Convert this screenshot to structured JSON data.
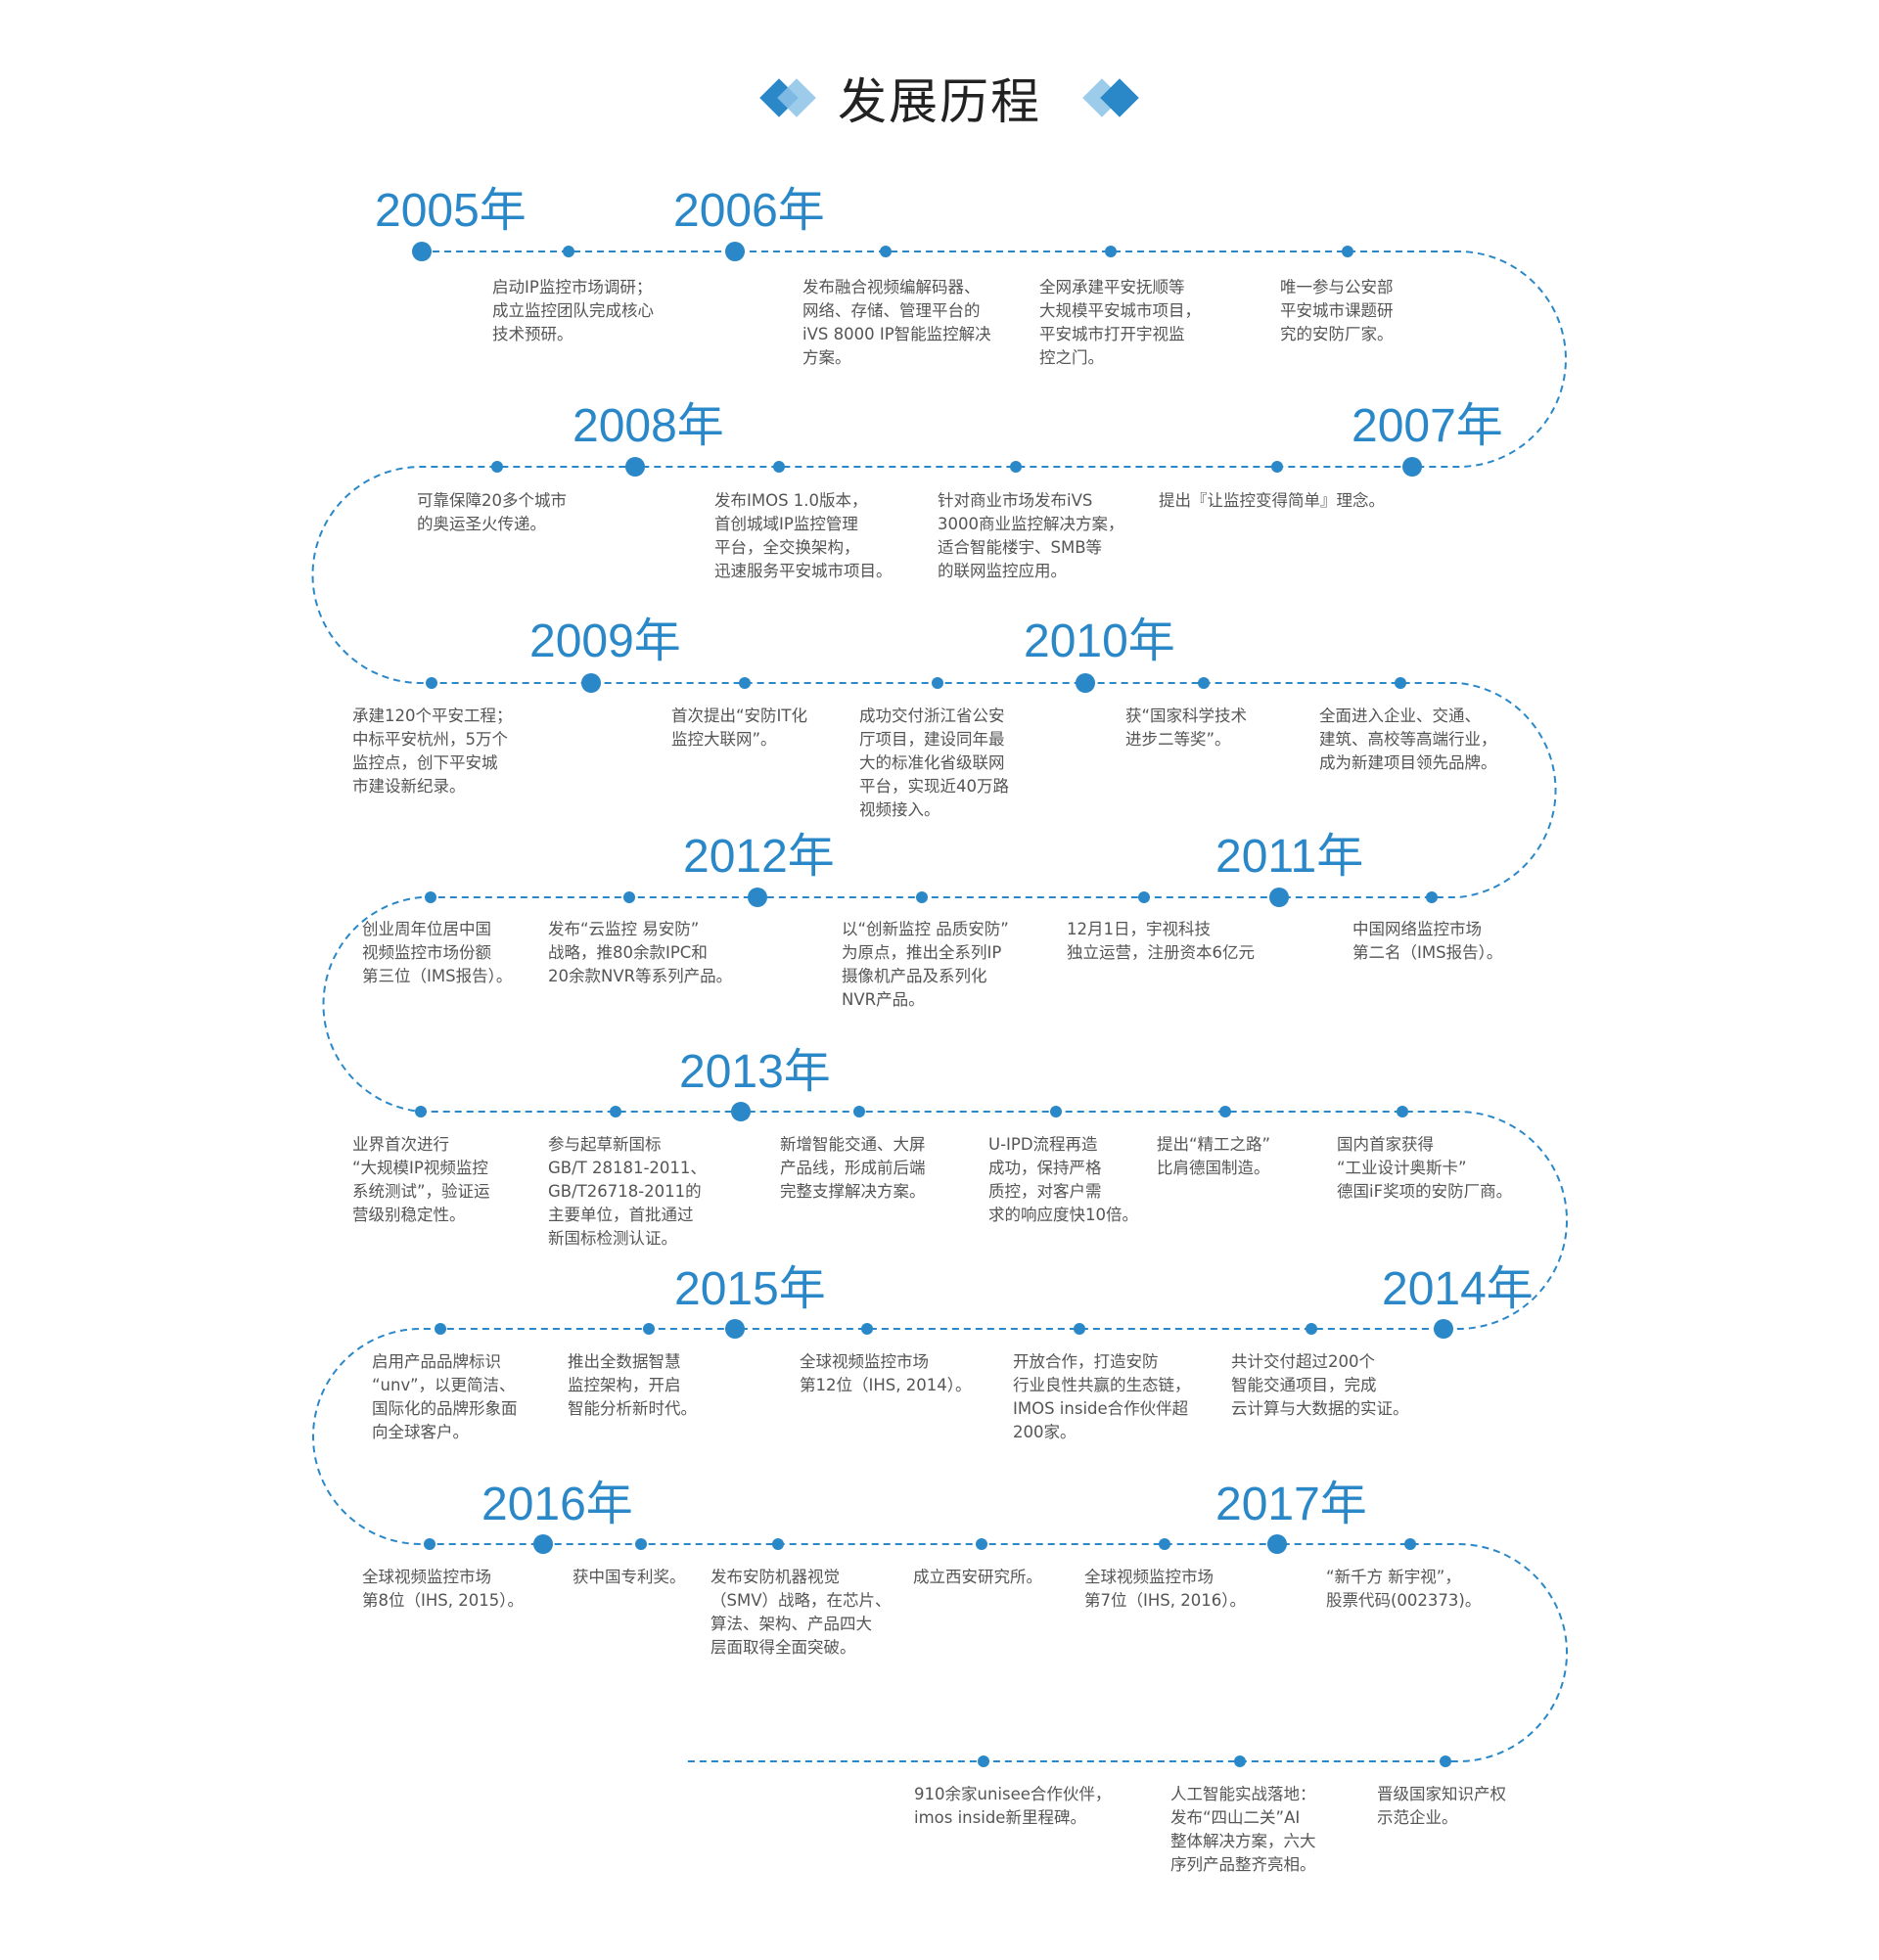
{
  "title": "发展历程",
  "colors": {
    "accent": "#2a88c8",
    "accent_light": "#8cc2e6",
    "text": "#555555",
    "title": "#222222"
  },
  "years": [
    "2005年",
    "2006年",
    "2007年",
    "2008年",
    "2009年",
    "2010年",
    "2011年",
    "2012年",
    "2013年",
    "2014年",
    "2015年",
    "2016年",
    "2017年"
  ],
  "events": [
    "启动IP监控市场调研；\n成立监控团队完成核心\n技术预研。",
    "发布融合视频编解码器、\n网络、存储、管理平台的\niVS 8000 IP智能监控解决\n方案。",
    "全网承建平安抚顺等\n大规模平安城市项目，\n平安城市打开宇视监\n控之门。",
    "唯一参与公安部\n平安城市课题研\n究的安防厂家。",
    "可靠保障20多个城市\n的奥运圣火传递。",
    "发布IMOS 1.0版本，\n首创城域IP监控管理\n平台，全交换架构，\n迅速服务平安城市项目。",
    "针对商业市场发布iVS\n3000商业监控解决方案，\n适合智能楼宇、SMB等\n的联网监控应用。",
    "提出『让监控变得简单』理念。",
    "承建120个平安工程；\n中标平安杭州，5万个\n监控点，创下平安城\n市建设新纪录。",
    "首次提出“安防IT化\n监控大联网”。",
    "成功交付浙江省公安\n厅项目，建设同年最\n大的标准化省级联网\n平台，实现近40万路\n视频接入。",
    "获“国家科学技术\n进步二等奖”。",
    "全面进入企业、交通、\n建筑、高校等高端行业，\n成为新建项目领先品牌。",
    "创业周年位居中国\n视频监控市场份额\n第三位（IMS报告）。",
    "发布“云监控 易安防”\n战略，推80余款IPC和\n20余款NVR等系列产品。",
    "以“创新监控 品质安防”\n为原点，推出全系列IP\n摄像机产品及系列化\nNVR产品。",
    "12月1日，宇视科技\n独立运营，注册资本6亿元",
    "中国网络监控市场\n第二名（IMS报告）。",
    "业界首次进行\n“大规模IP视频监控\n系统测试”，验证运\n营级别稳定性。",
    "参与起草新国标\nGB/T 28181-2011、\nGB/T26718-2011的\n主要单位，首批通过\n新国标检测认证。",
    "新增智能交通、大屏\n产品线，形成前后端\n完整支撑解决方案。",
    "U-IPD流程再造\n成功，保持严格\n质控，对客户需\n求的响应度快10倍。",
    "提出“精工之路”\n比肩德国制造。",
    "国内首家获得\n“工业设计奥斯卡”\n德国iF奖项的安防厂商。",
    "启用产品品牌标识\n“unv”，以更简洁、\n国际化的品牌形象面\n向全球客户。",
    "推出全数据智慧\n监控架构，开启\n智能分析新时代。",
    "全球视频监控市场\n第12位（IHS, 2014）。",
    "开放合作，打造安防\n行业良性共赢的生态链，\nIMOS inside合作伙伴超\n200家。",
    "共计交付超过200个\n智能交通项目，完成\n云计算与大数据的实证。",
    "全球视频监控市场\n第8位（IHS, 2015）。",
    "获中国专利奖。",
    "发布安防机器视觉\n（SMV）战略，在芯片、\n算法、架构、产品四大\n层面取得全面突破。",
    "成立西安研究所。",
    "全球视频监控市场\n第7位（IHS, 2016）。",
    "“新千方 新宇视”，\n股票代码(002373)。",
    "910余家unisee合作伙伴，\nimos inside新里程碑。",
    "人工智能实战落地：\n发布“四山二关”AI\n整体解决方案，六大\n序列产品整齐亮相。",
    "晋级国家知识产权\n示范企业。"
  ]
}
